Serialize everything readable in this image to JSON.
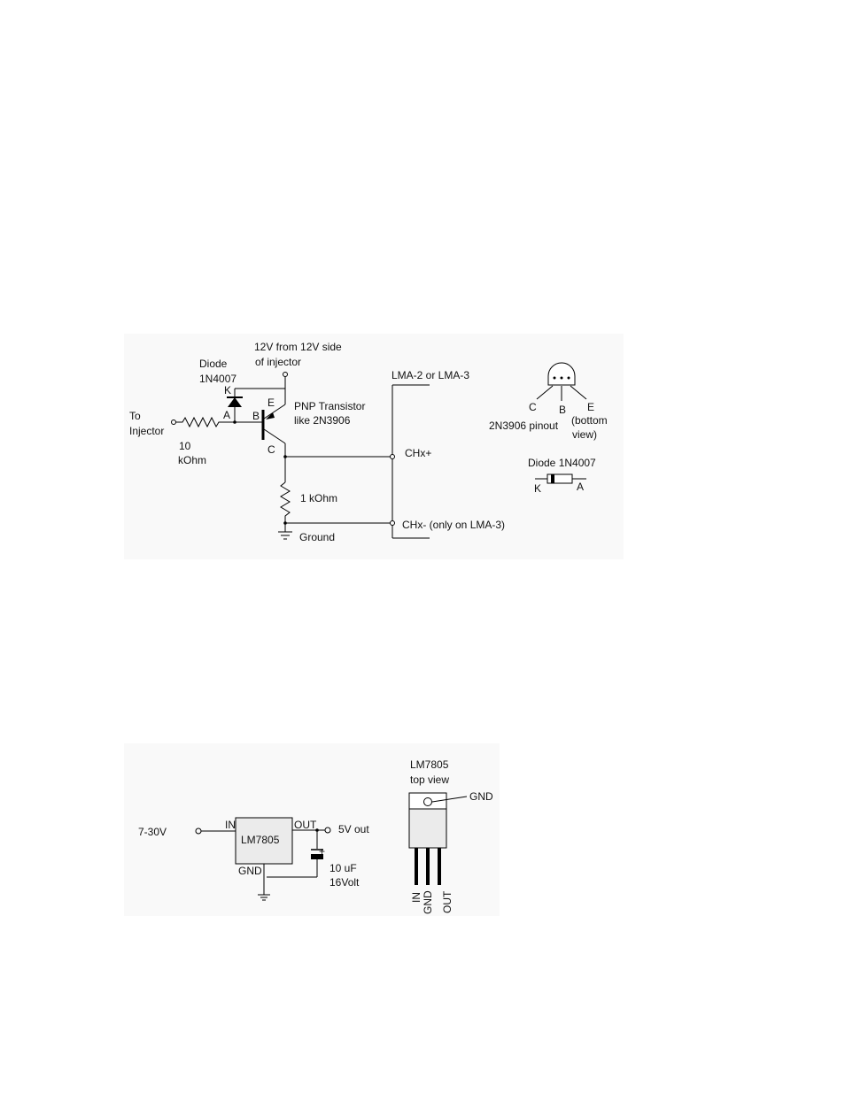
{
  "injector_circuit": {
    "supply_label_1": "12V from 12V side",
    "supply_label_2": "of injector",
    "diode_label_1": "Diode",
    "diode_label_2": "1N4007",
    "diode_k": "K",
    "diode_a": "A",
    "to_injector_1": "To",
    "to_injector_2": "Injector",
    "resistor_10k_1": "10",
    "resistor_10k_2": "kOhm",
    "transistor_label_1": "PNP Transistor",
    "transistor_label_2": "like 2N3906",
    "pin_e": "E",
    "pin_b": "B",
    "pin_c": "C",
    "resistor_1k": "1 kOhm",
    "ground": "Ground",
    "lma_label": "LMA-2 or LMA-3",
    "chx_plus": "CHx+",
    "chx_minus": "CHx- (only on LMA-3)"
  },
  "pinout": {
    "c": "C",
    "b": "B",
    "e": "E",
    "caption": "2N3906 pinout",
    "bottom_1": "(bottom",
    "bottom_2": "view)",
    "diode_title": "Diode 1N4007",
    "diode_k": "K",
    "diode_a": "A"
  },
  "regulator_circuit": {
    "input": "7-30V",
    "in_pin": "IN",
    "chip": "LM7805",
    "out_pin": "OUT",
    "gnd_pin": "GND",
    "output": "5V out",
    "cap_1": "10 uF",
    "cap_2": "16Volt",
    "cap_plus": "+"
  },
  "lm7805_package": {
    "title_1": "LM7805",
    "title_2": "top view",
    "gnd": "GND",
    "pin_in": "IN",
    "pin_gnd": "GND",
    "pin_out": "OUT"
  }
}
